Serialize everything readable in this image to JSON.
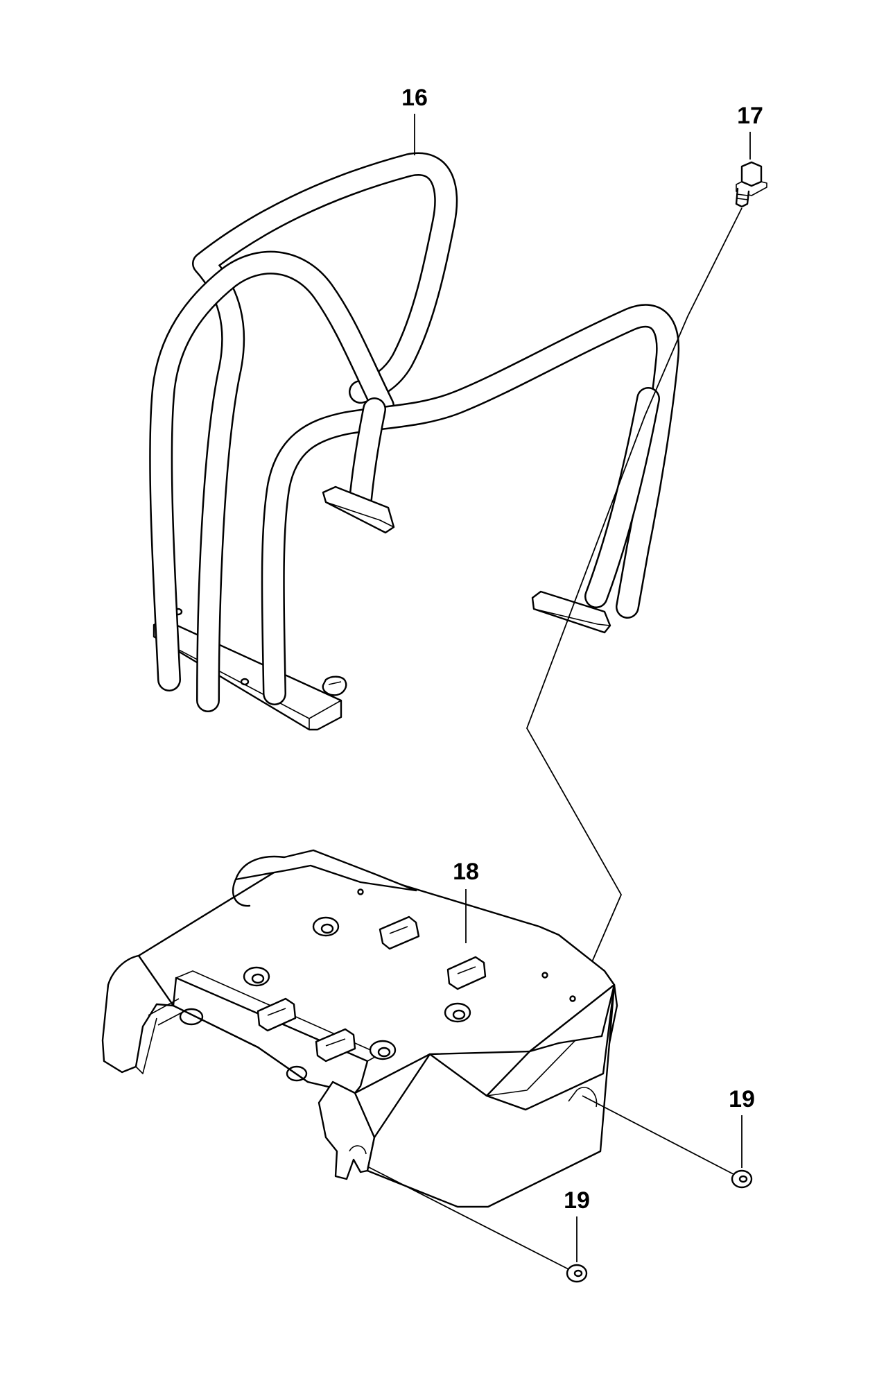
{
  "diagram": {
    "labels": {
      "handle": "16",
      "bolt": "17",
      "base": "18",
      "washer_right": "19",
      "washer_bottom": "19"
    }
  }
}
